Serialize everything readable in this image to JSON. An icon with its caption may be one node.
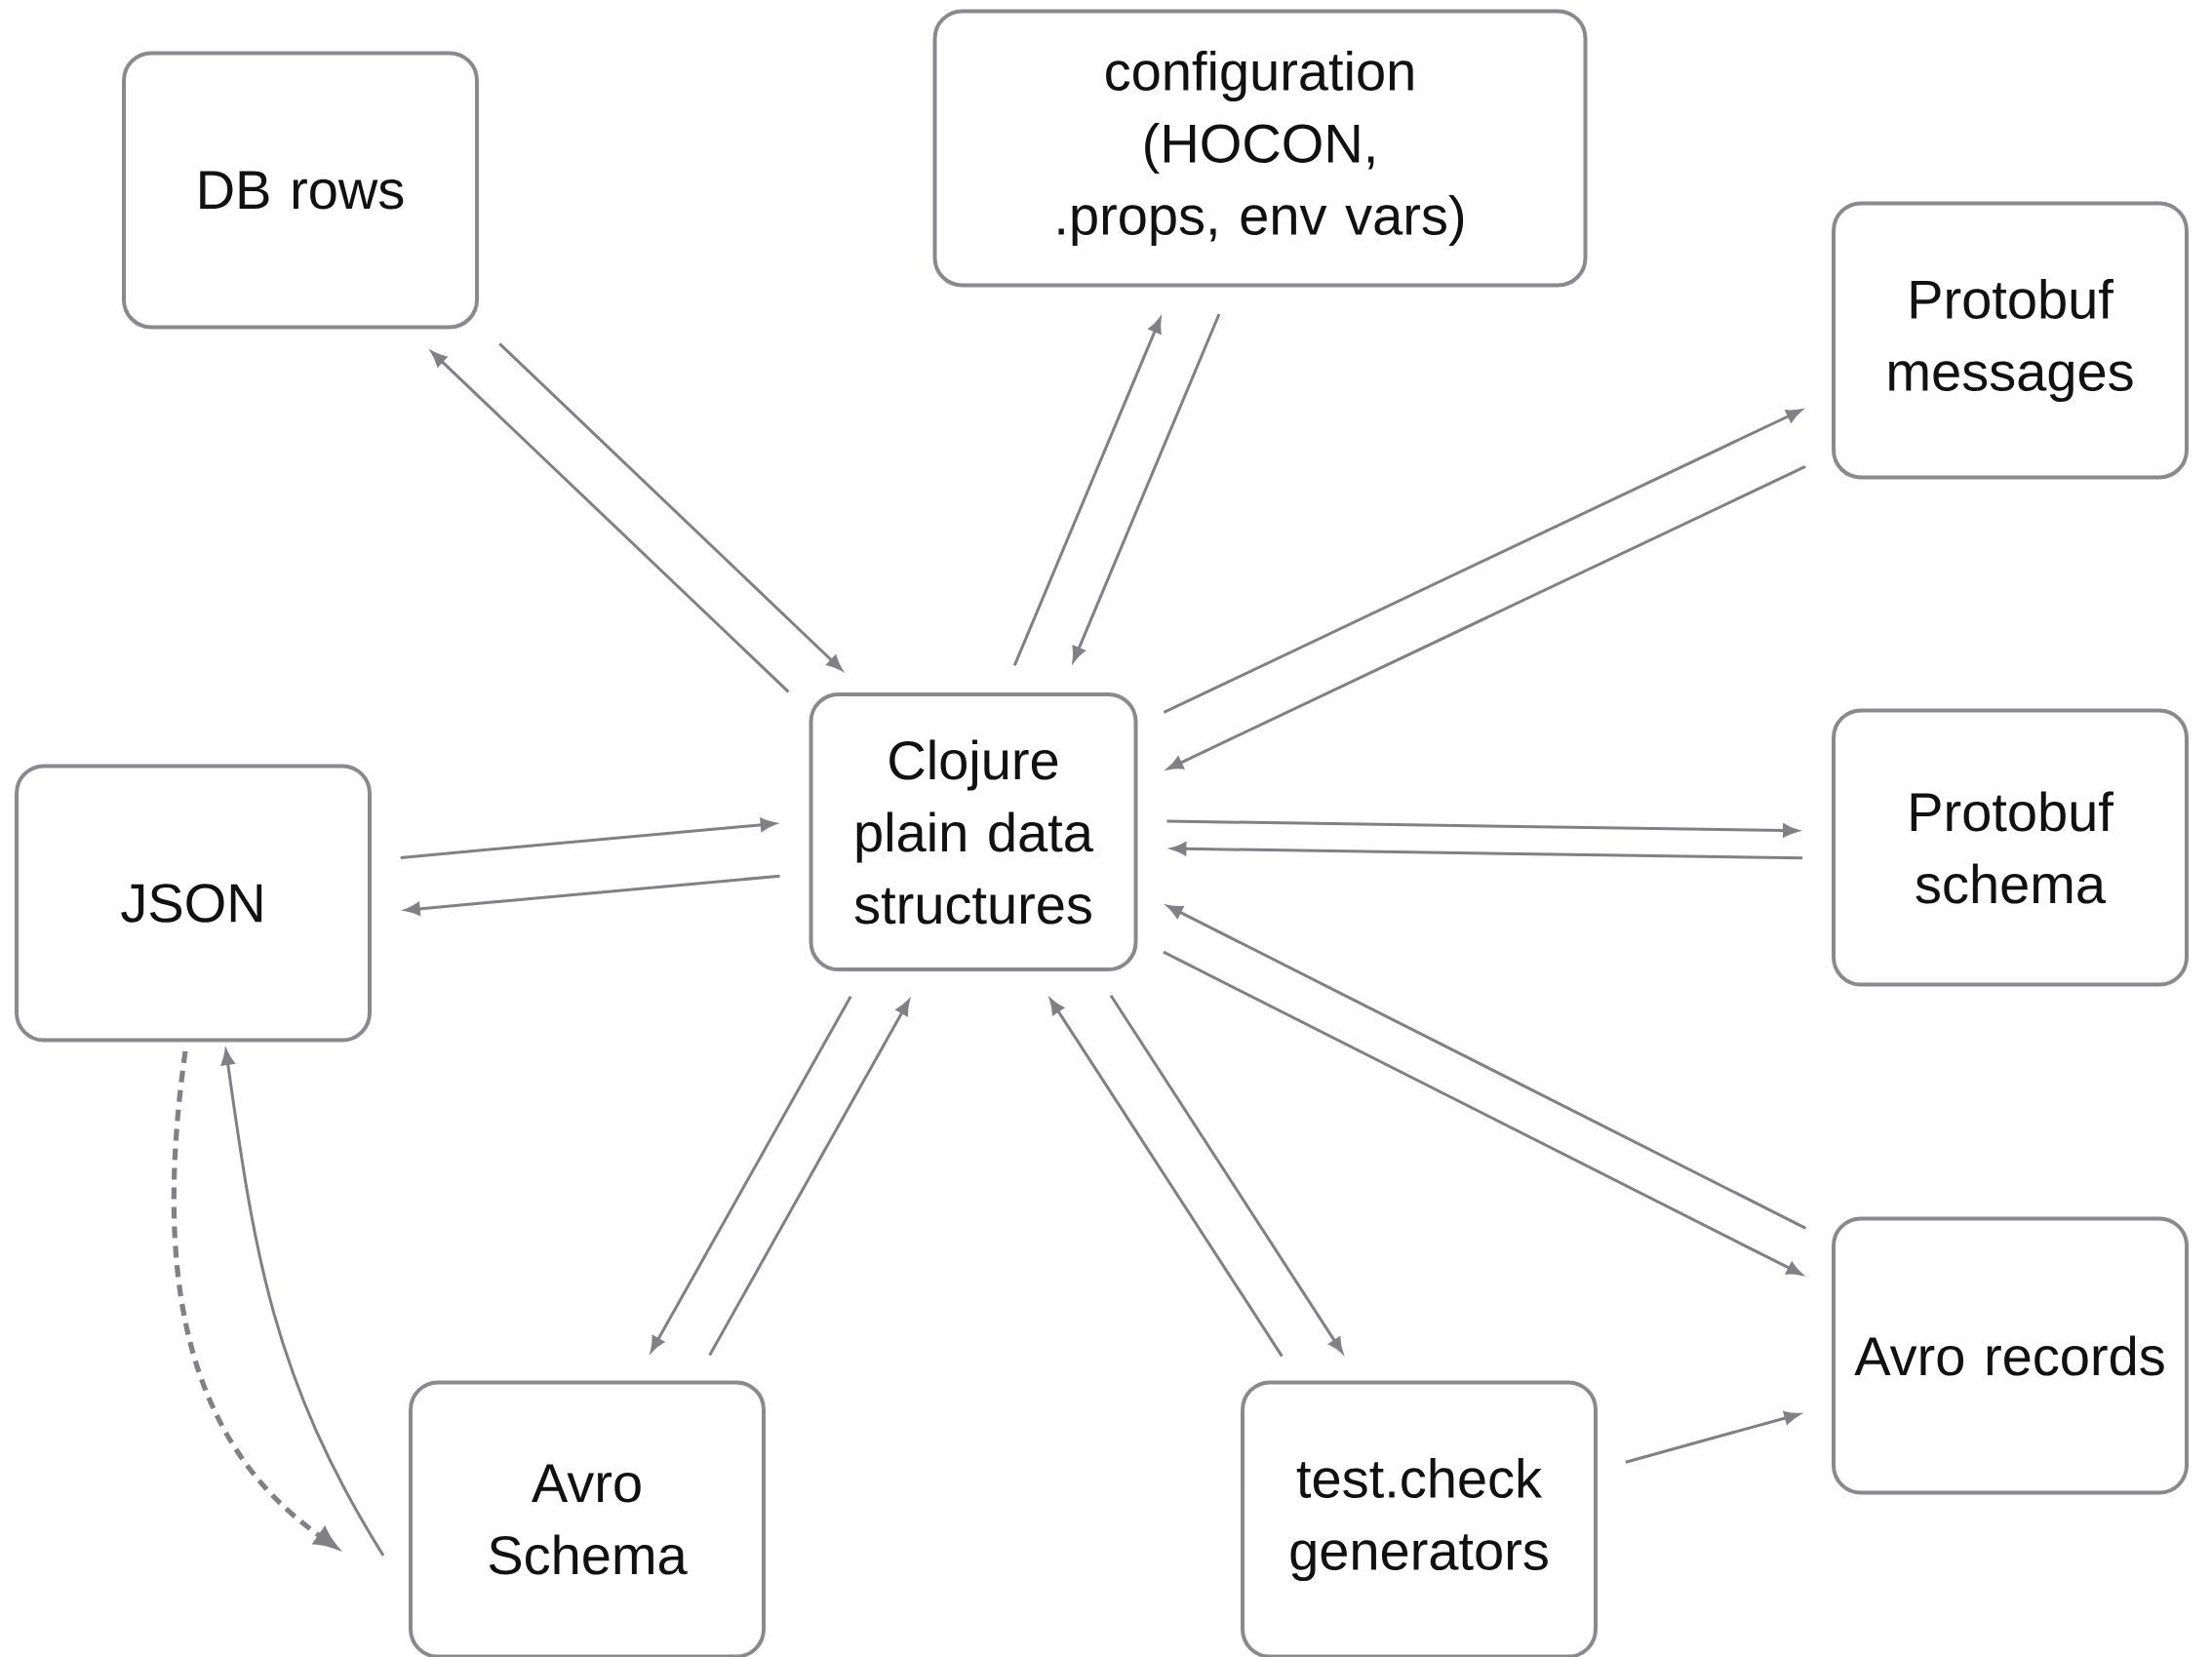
{
  "diagram": {
    "nodes": [
      {
        "text": [
          "DB rows"
        ]
      },
      {
        "text": [
          "configuration (HOCON, .props, env vars)"
        ]
      },
      {
        "text": [
          "Protobuf messages"
        ]
      },
      {
        "text": [
          "JSON"
        ]
      },
      {
        "text": [
          "Clojure plain data structures"
        ]
      },
      {
        "text": [
          "Protobuf schema"
        ]
      },
      {
        "text": [
          "Avro records"
        ]
      },
      {
        "text": [
          "Avro Schema"
        ]
      },
      {
        "text": [
          "test.check generators"
        ]
      }
    ],
    "edges": [
      {
        "from": 0,
        "to": 4,
        "arrow": "to"
      },
      {
        "from": 4,
        "to": 0,
        "arrow": "to"
      },
      {
        "from": 4,
        "to": 1,
        "arrow": "to"
      },
      {
        "from": 1,
        "to": 4,
        "arrow": "to"
      },
      {
        "from": 4,
        "to": 2,
        "arrow": "to"
      },
      {
        "from": 2,
        "to": 4,
        "arrow": "to"
      },
      {
        "from": 3,
        "to": 4,
        "arrow": "to"
      },
      {
        "from": 4,
        "to": 3,
        "arrow": "to"
      },
      {
        "from": 4,
        "to": 5,
        "arrow": "to"
      },
      {
        "from": 5,
        "to": 4,
        "arrow": "to"
      },
      {
        "from": 6,
        "to": 4,
        "arrow": "to"
      },
      {
        "from": 4,
        "to": 6,
        "arrow": "to"
      },
      {
        "from": 4,
        "to": 8,
        "arrow": "to"
      },
      {
        "from": 8,
        "to": 4,
        "arrow": "to"
      },
      {
        "from": 4,
        "to": 7,
        "arrow": "to"
      },
      {
        "from": 7,
        "to": 4,
        "arrow": "to"
      },
      {
        "from": 8,
        "to": 6,
        "arrow": "to"
      },
      {
        "from": 7,
        "to": 3,
        "arrow": "to"
      },
      {
        "from": 3,
        "to": 7,
        "arrow": "to",
        "style": "dashed"
      }
    ]
  }
}
